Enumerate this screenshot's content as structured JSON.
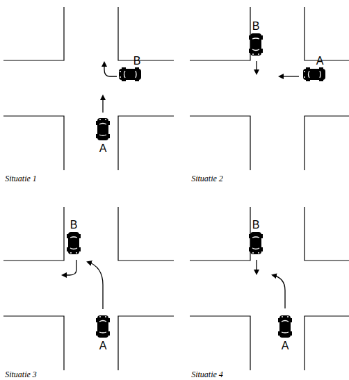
{
  "diagram": {
    "labels": [
      "B",
      "A",
      "Situatie 1",
      "B",
      "A",
      "Situatie 2",
      "B",
      "A",
      "Situatie 3",
      "B",
      "A",
      "Situatie 4"
    ]
  }
}
